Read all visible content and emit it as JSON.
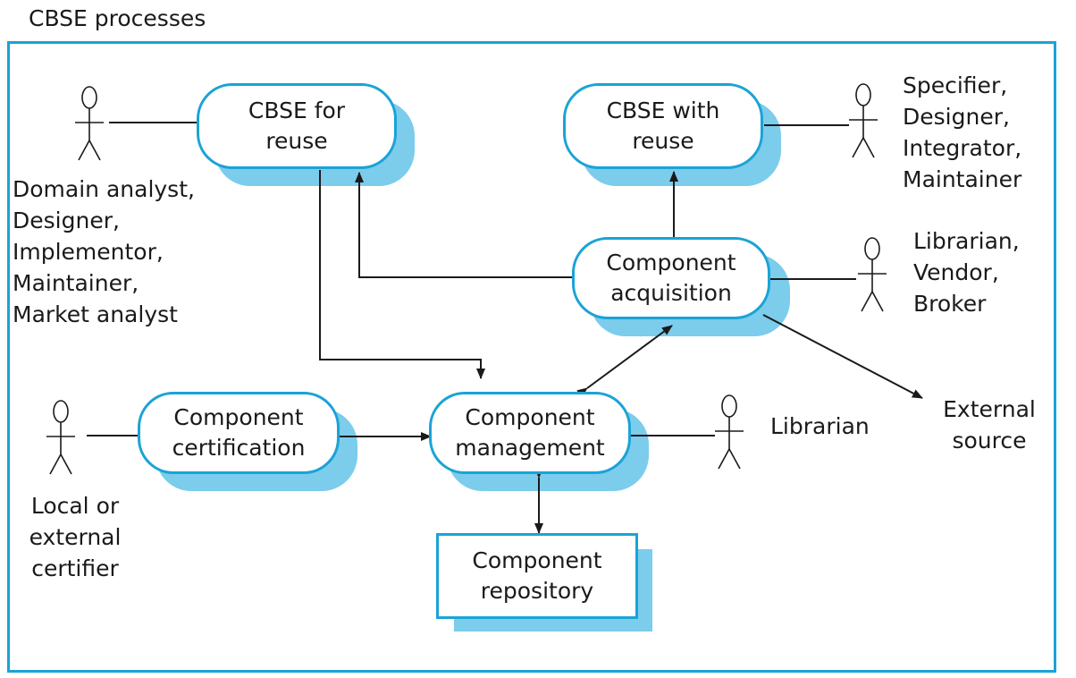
{
  "title": "CBSE processes",
  "colors": {
    "accent": "#1aa3d6",
    "shadow": "#7cccec",
    "line": "#1a1a1a"
  },
  "nodes": {
    "cbse_for_reuse": [
      "CBSE for",
      "reuse"
    ],
    "cbse_with_reuse": [
      "CBSE with",
      "reuse"
    ],
    "component_acquisition": [
      "Component",
      "acquisition"
    ],
    "component_certification": [
      "Component",
      "certification"
    ],
    "component_management": [
      "Component",
      "management"
    ],
    "component_repository": [
      "Component",
      "repository"
    ]
  },
  "actors": {
    "domain_roles": [
      "Domain analyst,",
      "Designer,",
      "Implementor,",
      "Maintainer,",
      "Market analyst"
    ],
    "reuse_roles": [
      "Specifier,",
      "Designer,",
      "Integrator,",
      "Maintainer"
    ],
    "acquisition_roles": [
      "Librarian,",
      "Vendor,",
      "Broker"
    ],
    "management_role": "Librarian",
    "certifier_roles": [
      "Local or",
      "external",
      "certifier"
    ],
    "external_source": [
      "External",
      "source"
    ]
  }
}
